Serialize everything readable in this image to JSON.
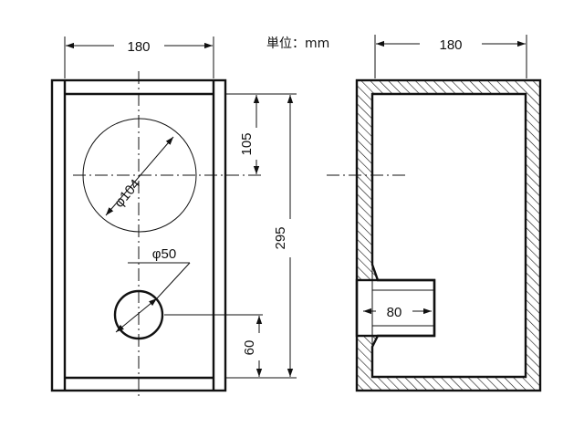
{
  "unit_label": "単位：mm",
  "front_view": {
    "width_dim": "180",
    "woofer_dia": "φ104",
    "woofer_offset_dim": "105",
    "height_dim": "295",
    "port_dia": "φ50",
    "port_offset_dim": "60"
  },
  "section_view": {
    "width_dim": "180",
    "port_length_dim": "80"
  },
  "colors": {
    "line": "#111111",
    "background": "#ffffff"
  }
}
